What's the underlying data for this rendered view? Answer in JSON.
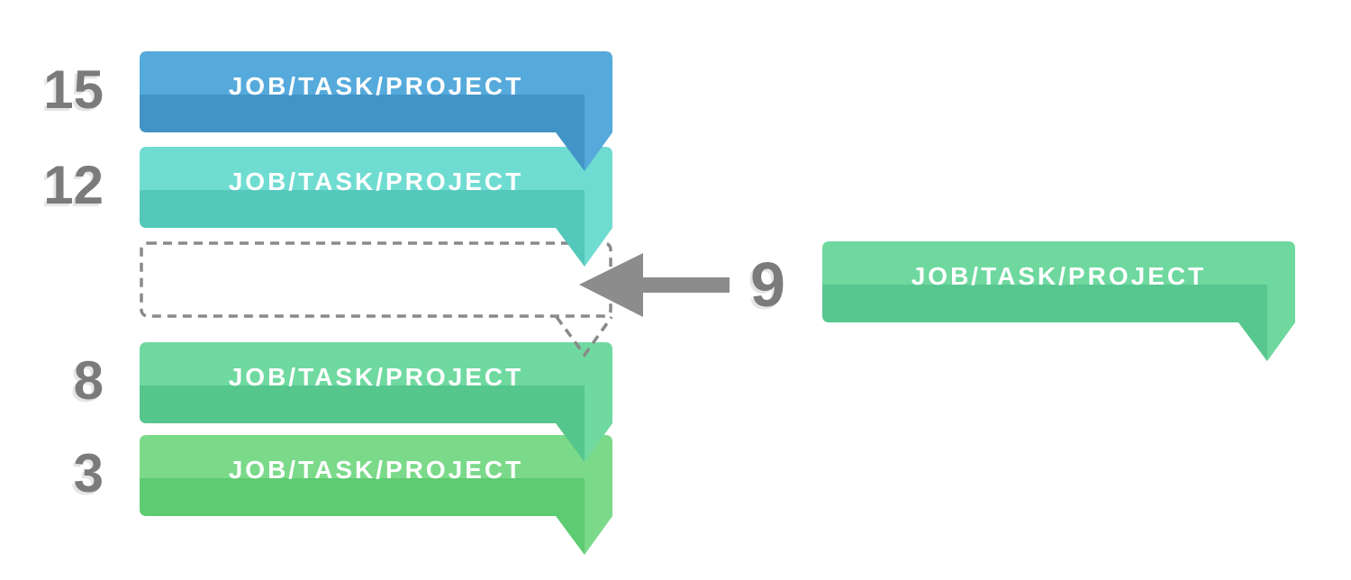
{
  "queue": {
    "items": [
      {
        "priority": "15",
        "label": "JOB/TASK/PROJECT",
        "color_light": "#55AADB",
        "color_dark": "#4294C7"
      },
      {
        "priority": "12",
        "label": "JOB/TASK/PROJECT",
        "color_light": "#6FDCD1",
        "color_dark": "#53C8BB"
      },
      {
        "priority": "8",
        "label": "JOB/TASK/PROJECT",
        "color_light": "#6FD9A0",
        "color_dark": "#55C68C"
      },
      {
        "priority": "3",
        "label": "JOB/TASK/PROJECT",
        "color_light": "#7BD98A",
        "color_dark": "#5DCB71"
      }
    ],
    "incoming": {
      "priority": "9",
      "label": "JOB/TASK/PROJECT",
      "color_light": "#6ED89E",
      "color_dark": "#57C78F"
    },
    "placeholder": {
      "border_color": "#8A8A8A"
    }
  },
  "colors": {
    "number_gray": "#7B7B7B",
    "arrow_gray": "#8C8C8C",
    "banner_text": "#FFFFFF",
    "background": "#FFFFFF"
  },
  "icons": {
    "arrow_left_icon": "←"
  }
}
